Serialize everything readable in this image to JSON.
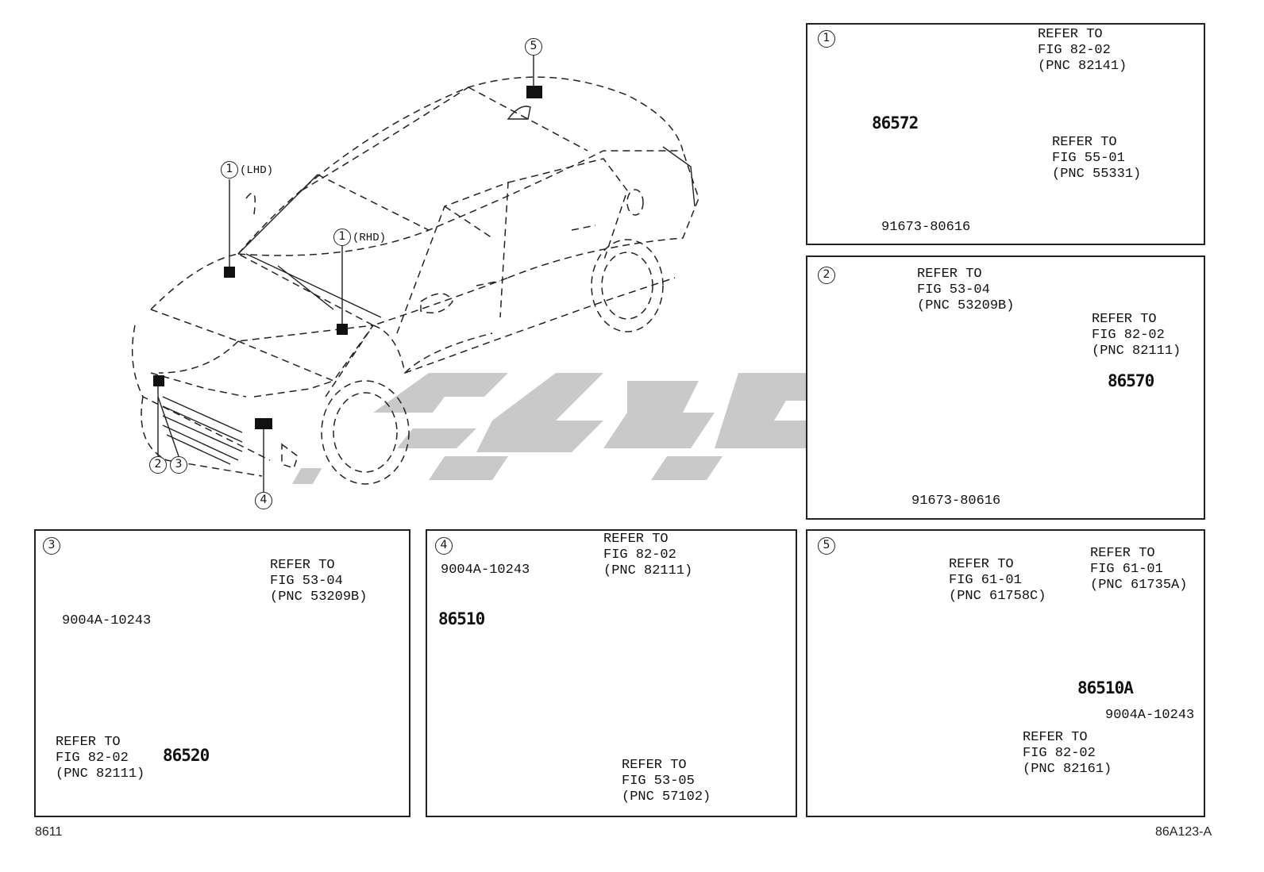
{
  "overview": {
    "callout_1": "1",
    "callout_1_lhd": "(LHD)",
    "callout_1b": "1",
    "callout_1_rhd": "(RHD)",
    "callout_5": "5",
    "callout_2": "2",
    "callout_3": "3",
    "callout_4": "4"
  },
  "panel1": {
    "index": "1",
    "ref_a": "REFER TO\nFIG 82-02\n(PNC 82141)",
    "ref_b": "REFER TO\nFIG 55-01\n(PNC 55331)",
    "part_main": "86572",
    "part_bolt": "91673-80616"
  },
  "panel2": {
    "index": "2",
    "ref_a": "REFER TO\nFIG 53-04\n(PNC 53209B)",
    "ref_b": "REFER TO\nFIG 82-02\n(PNC 82111)",
    "part_main": "86570",
    "part_bolt": "91673-80616"
  },
  "panel3": {
    "index": "3",
    "ref_a": "REFER TO\nFIG 53-04\n(PNC 53209B)",
    "ref_b": "REFER TO\nFIG 82-02\n(PNC 82111)",
    "part_main": "86520",
    "part_bolt": "9004A-10243"
  },
  "panel4": {
    "index": "4",
    "ref_a": "REFER TO\nFIG 82-02\n(PNC 82111)",
    "ref_b": "REFER TO\nFIG 53-05\n(PNC 57102)",
    "part_main": "86510",
    "part_bolt": "9004A-10243"
  },
  "panel5": {
    "index": "5",
    "ref_a": "REFER TO\nFIG 61-01\n(PNC 61758C)",
    "ref_b": "REFER TO\nFIG 61-01\n(PNC 61735A)",
    "ref_c": "REFER TO\nFIG 82-02\n(PNC 82161)",
    "part_main": "86510A",
    "part_bolt": "9004A-10243"
  },
  "footer": {
    "left_code": "8611",
    "right_code": "86A123-A"
  },
  "colors": {
    "line": "#222222",
    "watermark": "#c9c9c9"
  }
}
